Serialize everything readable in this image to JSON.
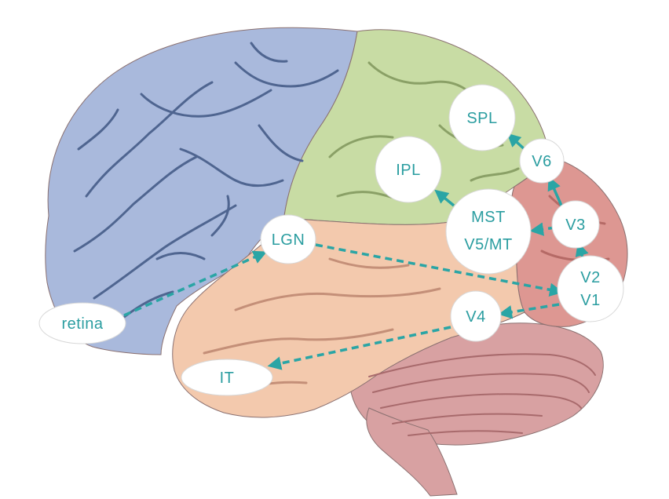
{
  "colors": {
    "frontal": "#a9b9dc",
    "parietal": "#c8dca4",
    "occipital": "#dd9792",
    "temporal": "#f3c9ad",
    "cerebellum": "#d8a1a2",
    "sulcus": "#4f6590",
    "arrow": "#2aa5a5",
    "node_fill": "#ffffff",
    "node_text": "#2a9da0"
  },
  "nodes": {
    "retina": "retina",
    "lgn": "LGN",
    "v2": "V2",
    "v1": "V1",
    "v3": "V3",
    "v6": "V6",
    "spl": "SPL",
    "ipl": "IPL",
    "mst": "MST",
    "v5mt": "V5/MT",
    "v4": "V4",
    "it": "IT"
  },
  "connections": [
    [
      "retina",
      "LGN"
    ],
    [
      "LGN",
      "V1"
    ],
    [
      "V2",
      "V3"
    ],
    [
      "V3",
      "V6"
    ],
    [
      "V6",
      "SPL"
    ],
    [
      "V3",
      "V5/MT"
    ],
    [
      "MST",
      "IPL"
    ],
    [
      "V2",
      "V4"
    ],
    [
      "V4",
      "IT"
    ]
  ]
}
